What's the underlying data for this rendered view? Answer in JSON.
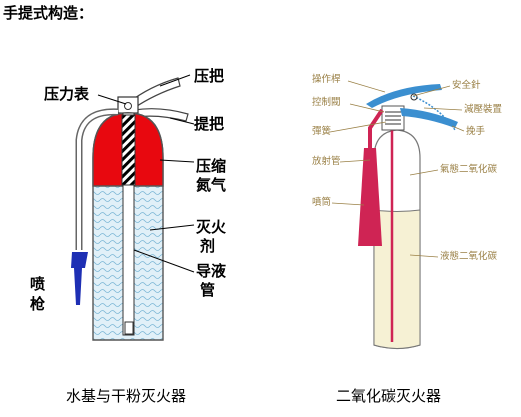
{
  "title": "手提式构造：",
  "left": {
    "caption": "水基与干粉灭火器",
    "labels": {
      "pressure_gauge": "压力表",
      "press_handle": "压把",
      "carry_handle": "提把",
      "compressed_gas_1": "压缩",
      "compressed_gas_2": "氮气",
      "agent_1": "灭火",
      "agent_2": "剂",
      "tube_1": "导液",
      "tube_2": "管",
      "nozzle_1": "喷",
      "nozzle_2": "枪"
    },
    "colors": {
      "gas": "#e8080f",
      "liquid": "#dbeef7",
      "nozzle": "#1e2fb4"
    }
  },
  "right": {
    "caption": "二氧化碳灭火器",
    "labels": {
      "operating_lever": "操作桿",
      "control_valve": "控制閥",
      "spring": "彈簧",
      "discharge_tube": "放射管",
      "horn": "噴筒",
      "safety_pin": "安全針",
      "pressure_reducer": "減壓裝置",
      "hand_grip": "挽手",
      "gas_co2": "氣態二氧化碳",
      "liquid_co2": "液態二氧化碳"
    },
    "colors": {
      "label": "#9a8046",
      "tube": "#cf2454",
      "liquid": "#f6f1d4",
      "handle": "#3b8fd0"
    }
  }
}
